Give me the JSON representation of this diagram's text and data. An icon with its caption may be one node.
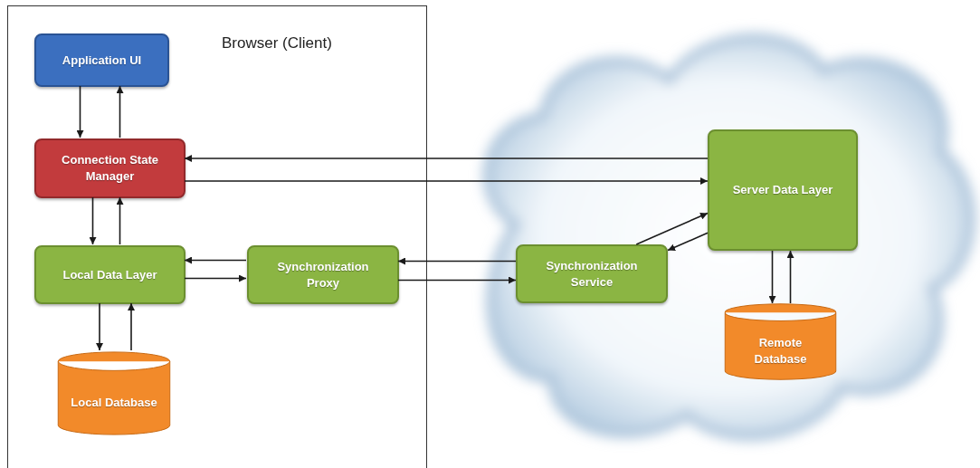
{
  "diagram": {
    "nodes": [
      {
        "text": [
          "Browser (Client)"
        ]
      },
      {
        "text": [
          "Application UI"
        ],
        "in": 0
      },
      {
        "text": [
          "Connection State Manager"
        ],
        "in": 0
      },
      {
        "text": [
          "Local Data Layer"
        ],
        "in": 0
      },
      {
        "text": [
          "Local Database"
        ],
        "in": 0
      },
      {
        "text": [
          "Synchronization Proxy"
        ],
        "in": 0
      },
      {
        "text": [],
        "shape": "cloud"
      },
      {
        "text": [
          "Synchronization Service"
        ],
        "in": 6
      },
      {
        "text": [
          "Server Data Layer"
        ],
        "in": 6
      },
      {
        "text": [
          "Remote Database"
        ],
        "in": 6
      }
    ],
    "edges": [
      {
        "from": 1,
        "to": 2,
        "arrow": "to"
      },
      {
        "from": 2,
        "to": 1,
        "arrow": "to"
      },
      {
        "from": 2,
        "to": 3,
        "arrow": "to"
      },
      {
        "from": 3,
        "to": 2,
        "arrow": "to"
      },
      {
        "from": 3,
        "to": 4,
        "arrow": "to"
      },
      {
        "from": 4,
        "to": 3,
        "arrow": "to"
      },
      {
        "from": 8,
        "to": 2,
        "arrow": "to"
      },
      {
        "from": 2,
        "to": 8,
        "arrow": "to"
      },
      {
        "from": 5,
        "to": 3,
        "arrow": "to"
      },
      {
        "from": 3,
        "to": 5,
        "arrow": "to"
      },
      {
        "from": 7,
        "to": 5,
        "arrow": "to"
      },
      {
        "from": 5,
        "to": 7,
        "arrow": "to"
      },
      {
        "from": 7,
        "to": 8,
        "arrow": "to"
      },
      {
        "from": 8,
        "to": 7,
        "arrow": "to"
      },
      {
        "from": 8,
        "to": 9,
        "arrow": "to"
      },
      {
        "from": 9,
        "to": 8,
        "arrow": "to"
      }
    ]
  }
}
